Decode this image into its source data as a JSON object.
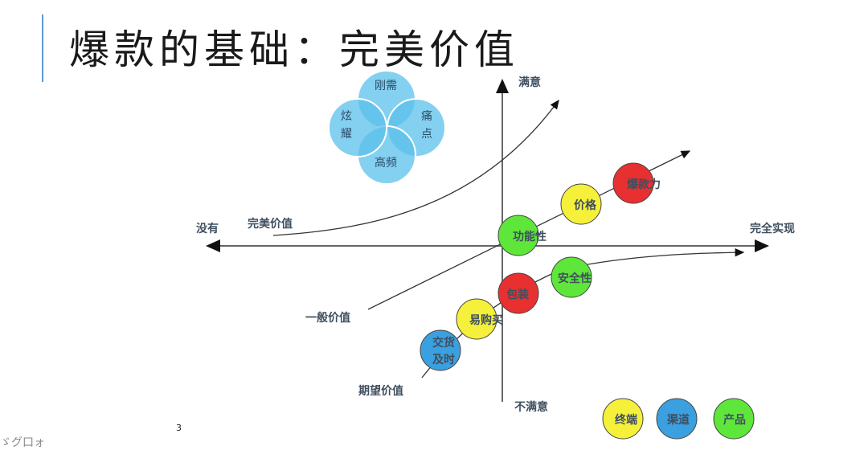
{
  "slide": {
    "title": "爆款的基础：完美价值",
    "page_number": "3",
    "corner_fragment": "ゞグ口ォ"
  },
  "venn": {
    "fill": "#5bc0eb",
    "petals": [
      {
        "label": "刚需"
      },
      {
        "label": "痛点",
        "line1": "痛",
        "line2": "点"
      },
      {
        "label": "高频"
      },
      {
        "label": "炫耀",
        "line1": "炫",
        "line2": "耀"
      }
    ]
  },
  "axes": {
    "top": "满意",
    "bottom": "不满意",
    "left": "没有",
    "right": "完全实现"
  },
  "curves": {
    "perfect": "完美价值",
    "general": "一般价值",
    "expected": "期望价值"
  },
  "bubbles": [
    {
      "label": "爆款力",
      "color": "#e83030"
    },
    {
      "label": "价格",
      "color": "#f5f03a"
    },
    {
      "label": "功能性",
      "color": "#5ee63a"
    },
    {
      "label": "安全性",
      "color": "#5ee63a"
    },
    {
      "label": "包装",
      "color": "#e83030"
    },
    {
      "label": "易购买",
      "color": "#f5f03a"
    },
    {
      "label": "交货及时",
      "line1": "交货",
      "line2": "及时",
      "color": "#3aa0e0"
    }
  ],
  "legend": [
    {
      "label": "终端",
      "color": "#f5f03a"
    },
    {
      "label": "渠道",
      "color": "#3aa0e0"
    },
    {
      "label": "产品",
      "color": "#5ee63a"
    }
  ]
}
